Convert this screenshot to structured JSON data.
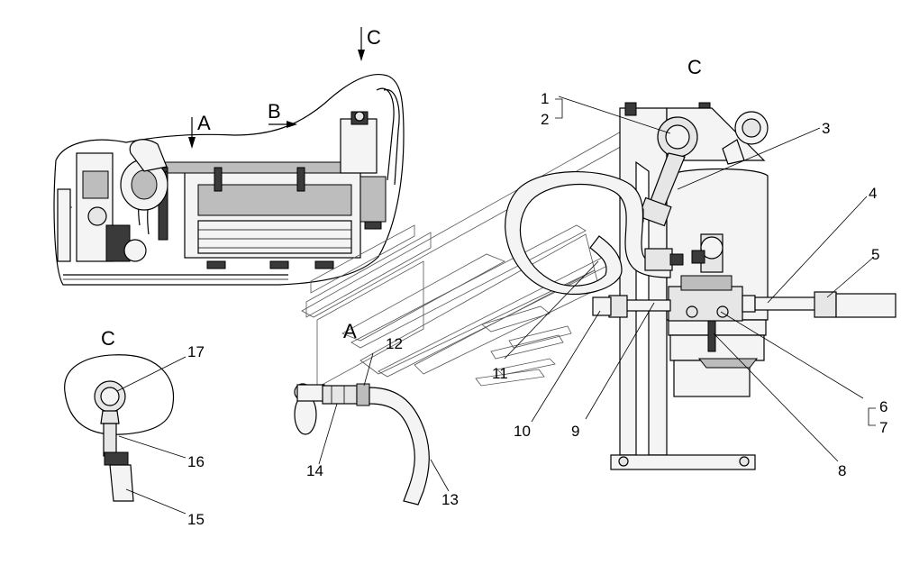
{
  "views": {
    "view_a": "A",
    "view_b": "B",
    "view_c": "C"
  },
  "callouts": {
    "c1": "1",
    "c2": "2",
    "c3": "3",
    "c4": "4",
    "c5": "5",
    "c6": "6",
    "c7": "7",
    "c8": "8",
    "c9": "9",
    "c10": "10",
    "c11": "11",
    "c12": "12",
    "c13": "13",
    "c14": "14",
    "c15": "15",
    "c16": "16",
    "c17": "17"
  }
}
